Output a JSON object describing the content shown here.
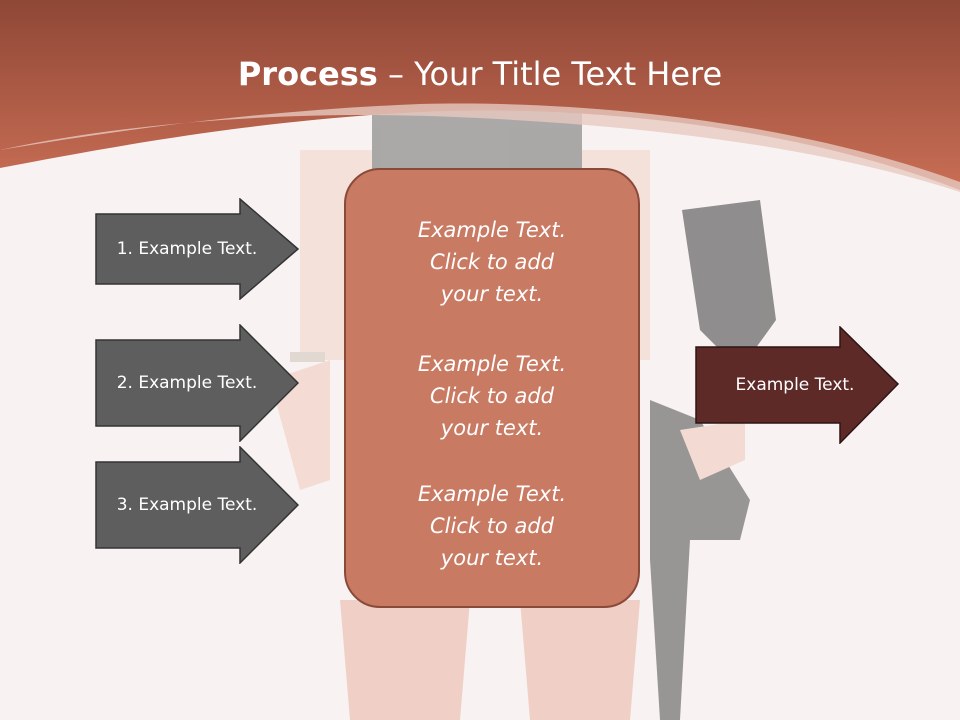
{
  "title": {
    "bold": "Process",
    "rest": " – Your Title Text Here"
  },
  "left_arrows": [
    {
      "label": "1. Example Text."
    },
    {
      "label": "2. Example Text."
    },
    {
      "label": "3. Example Text."
    }
  ],
  "center_box": {
    "blocks": [
      {
        "text": "Example Text.\nClick  to add\nyour text."
      },
      {
        "text": "Example Text.\nClick  to add\nyour text."
      },
      {
        "text": "Example Text.\nClick  to add\nyour text."
      }
    ]
  },
  "right_arrow": {
    "label": "Example Text."
  },
  "colors": {
    "header": "#b8614a",
    "left_arrow_fill": "#5e5e5e",
    "right_arrow_fill": "#5e2a28",
    "center_box_fill": "#c97a63"
  }
}
